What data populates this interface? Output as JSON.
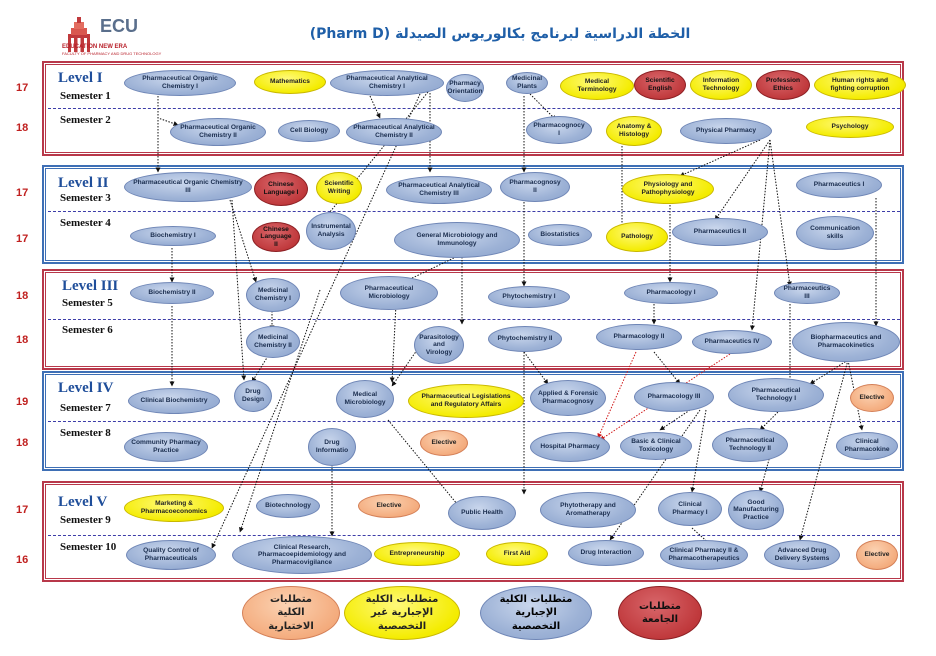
{
  "header": {
    "logo_text": "ECU",
    "logo_tagline": "EDUCATION NEW ERA",
    "logo_subtitle": "FACULTY OF PHARMACY AND DRUG TECHNOLOGY",
    "title": "الخطة الدراسية لبرنامج بكالوريوس الصيدلة (Pharm D)"
  },
  "colors": {
    "university": "#c0393c",
    "faculty_elective": "#f4ac7e",
    "faculty_non_specialized": "#f4ec00",
    "faculty_specialized": "#9db2d6",
    "level_border_red": "#b8384a",
    "level_border_blue": "#3e6fb5",
    "credit_hours": "#c0201f"
  },
  "levels": [
    {
      "label": "Level I",
      "sem_a": "Semester 1",
      "sem_b": "Semester 2",
      "hours_a": "17",
      "hours_b": "18"
    },
    {
      "label": "Level II",
      "sem_a": "Semester 3",
      "sem_b": "Semester 4",
      "hours_a": "17",
      "hours_b": "17"
    },
    {
      "label": "Level III",
      "sem_a": "Semester 5",
      "sem_b": "Semester 6",
      "hours_a": "18",
      "hours_b": "18"
    },
    {
      "label": "Level IV",
      "sem_a": "Semester 7",
      "sem_b": "Semester 8",
      "hours_a": "19",
      "hours_b": "18"
    },
    {
      "label": "Level V",
      "sem_a": "Semester 9",
      "sem_b": "Semester 10",
      "hours_a": "17",
      "hours_b": "16"
    }
  ],
  "courses": [
    {
      "label": "Pharmaceutical Organic Chemistry I",
      "kind": "blue"
    },
    {
      "label": "Mathematics",
      "kind": "yellow"
    },
    {
      "label": "Pharmaceutical Analytical Chemistry I",
      "kind": "blue"
    },
    {
      "label": "Pharmacy Orientation",
      "kind": "blue"
    },
    {
      "label": "Medicinal Plants",
      "kind": "blue"
    },
    {
      "label": "Medical Terminology",
      "kind": "yellow"
    },
    {
      "label": "Scientific English",
      "kind": "red"
    },
    {
      "label": "Information Technology",
      "kind": "yellow"
    },
    {
      "label": "Profession Ethics",
      "kind": "red"
    },
    {
      "label": "Human rights and fighting corruption",
      "kind": "yellow"
    },
    {
      "label": "Pharmaceutical Organic Chemistry II",
      "kind": "blue"
    },
    {
      "label": "Cell Biology",
      "kind": "blue"
    },
    {
      "label": "Pharmaceutical Analytical Chemistry II",
      "kind": "blue"
    },
    {
      "label": "Pharmacognocy I",
      "kind": "blue"
    },
    {
      "label": "Anatomy & Histology",
      "kind": "yellow"
    },
    {
      "label": "Physical Pharmacy",
      "kind": "blue"
    },
    {
      "label": "Psychology",
      "kind": "yellow"
    },
    {
      "label": "Pharmaceutical Organic Chemistry III",
      "kind": "blue"
    },
    {
      "label": "Chinese Language I",
      "kind": "red"
    },
    {
      "label": "Scientific Writing",
      "kind": "yellow"
    },
    {
      "label": "Pharmaceutical Analytical Chemistry III",
      "kind": "blue"
    },
    {
      "label": "Pharmacognosy II",
      "kind": "blue"
    },
    {
      "label": "Physiology and Pathophysiology",
      "kind": "yellow"
    },
    {
      "label": "Pharmaceutics I",
      "kind": "blue"
    },
    {
      "label": "Biochemistry I",
      "kind": "blue"
    },
    {
      "label": "Chinese Language II",
      "kind": "red"
    },
    {
      "label": "Instrumental Analysis",
      "kind": "blue"
    },
    {
      "label": "General Microbiology and Immunology",
      "kind": "blue"
    },
    {
      "label": "Biostatistics",
      "kind": "blue"
    },
    {
      "label": "Pathology",
      "kind": "yellow"
    },
    {
      "label": "Pharmaceutics II",
      "kind": "blue"
    },
    {
      "label": "Communication skills",
      "kind": "blue"
    },
    {
      "label": "Biochemistry II",
      "kind": "blue"
    },
    {
      "label": "Medicinal Chemistry I",
      "kind": "blue"
    },
    {
      "label": "Pharmaceutical Microbiology",
      "kind": "blue"
    },
    {
      "label": "Phytochemistry I",
      "kind": "blue"
    },
    {
      "label": "Pharmacology I",
      "kind": "blue"
    },
    {
      "label": "Pharmaceutics III",
      "kind": "blue"
    },
    {
      "label": "Medicinal Chemistry II",
      "kind": "blue"
    },
    {
      "label": "Parasitology and Virology",
      "kind": "blue"
    },
    {
      "label": "Phytochemistry II",
      "kind": "blue"
    },
    {
      "label": "Pharmacology II",
      "kind": "blue"
    },
    {
      "label": "Pharmaceutics IV",
      "kind": "blue"
    },
    {
      "label": "Biopharmaceutics and Pharmacokinetics",
      "kind": "blue"
    },
    {
      "label": "Clinical Biochemistry",
      "kind": "blue"
    },
    {
      "label": "Drug Design",
      "kind": "blue"
    },
    {
      "label": "Medical Microbiology",
      "kind": "blue"
    },
    {
      "label": "Pharmaceutical Legislations and Regulatory Affairs",
      "kind": "yellow"
    },
    {
      "label": "Applied & Forensic Pharmacognosy",
      "kind": "blue"
    },
    {
      "label": "Pharmacology III",
      "kind": "blue"
    },
    {
      "label": "Pharmaceutical Technology I",
      "kind": "blue"
    },
    {
      "label": "Elective",
      "kind": "orange"
    },
    {
      "label": "Community Pharmacy Practice",
      "kind": "blue"
    },
    {
      "label": "Drug Informatio",
      "kind": "blue"
    },
    {
      "label": "Elective",
      "kind": "orange"
    },
    {
      "label": "Hospital Pharmacy",
      "kind": "blue"
    },
    {
      "label": "Basic & Clinical Toxicology",
      "kind": "blue"
    },
    {
      "label": "Pharmaceutical Technology II",
      "kind": "blue"
    },
    {
      "label": "Clinical Pharmacokine",
      "kind": "blue"
    },
    {
      "label": "Marketing & Pharmacoeconomics",
      "kind": "yellow"
    },
    {
      "label": "Biotechnology",
      "kind": "blue"
    },
    {
      "label": "Elective",
      "kind": "orange"
    },
    {
      "label": "Public Health",
      "kind": "blue"
    },
    {
      "label": "Phytotherapy and Aromatherapy",
      "kind": "blue"
    },
    {
      "label": "Clinical Pharmacy I",
      "kind": "blue"
    },
    {
      "label": "Good Manufacturing Practice",
      "kind": "blue"
    },
    {
      "label": "Quality Control of Pharmaceuticals",
      "kind": "blue"
    },
    {
      "label": "Clinical Research, Pharmacoepidemiology and Pharmacovigilance",
      "kind": "blue"
    },
    {
      "label": "Entrepreneurship",
      "kind": "yellow"
    },
    {
      "label": "First Aid",
      "kind": "yellow"
    },
    {
      "label": "Drug Interaction",
      "kind": "blue"
    },
    {
      "label": "Clinical Pharmacy II & Pharmacotherapeutics",
      "kind": "blue"
    },
    {
      "label": "Advanced Drug Delivery Systems",
      "kind": "blue"
    },
    {
      "label": "Elective",
      "kind": "orange"
    }
  ],
  "legend": [
    {
      "label": "متطلبات الكلية الاختيارية",
      "kind": "orange"
    },
    {
      "label": "متطلبات الكلية الإجبارية غير التخصصية",
      "kind": "yellow"
    },
    {
      "label": "متطلبات الكلية الإجبارية التخصصية",
      "kind": "blue"
    },
    {
      "label": "متطلبات الجامعة",
      "kind": "red"
    }
  ]
}
